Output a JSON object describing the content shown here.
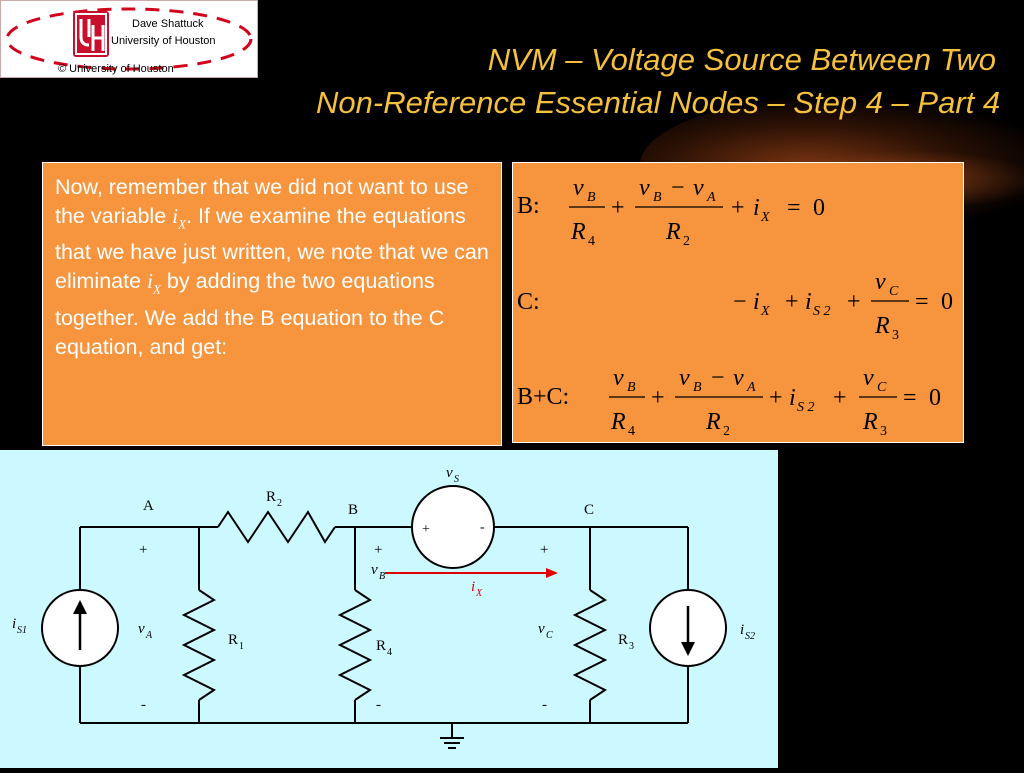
{
  "logo": {
    "line1": "Dave Shattuck",
    "line2": "University of Houston",
    "line3": "© University of Houston"
  },
  "title": {
    "line1": "NVM – Voltage Source Between Two",
    "line2": "Non-Reference Essential Nodes – Step 4 – Part 4"
  },
  "text": {
    "p1": "Now, remember that we did not want to use the variable ",
    "var1": "i",
    "var1_sub": "X",
    "p2": ".  If we examine the equations that we have just written, we note that we can eliminate ",
    "var2": "i",
    "var2_sub": "X",
    "p3": "  by adding the two equations together.  We add the B equation to the C equation, and get:"
  },
  "equations": {
    "labels": {
      "b": "B:",
      "c": "C:",
      "bc": "B+C:"
    },
    "v": "v",
    "R": "R",
    "i": "i",
    "sub_B": "B",
    "sub_A": "A",
    "sub_C": "C",
    "sub_X": "X",
    "sub_S2": "S 2",
    "n4": "4",
    "n2": "2",
    "n3": "3",
    "plus": "+",
    "minus": "−",
    "eq": "=",
    "zero": "0"
  },
  "circuit": {
    "node_a": "A",
    "node_b": "B",
    "node_c": "C",
    "R": "R",
    "r1": "1",
    "r2": "2",
    "r3": "3",
    "r4": "4",
    "v": "v",
    "i": "i",
    "vs_sub": "S",
    "va_sub": "A",
    "vb_sub": "B",
    "vc_sub": "C",
    "ix_sub": "X",
    "is1_sub": "S1",
    "is2_sub": "S2",
    "plus": "+",
    "minus": "-",
    "src_plus": "+",
    "src_minus": "-",
    "colors": {
      "wire": "#000000",
      "current_arrow": "#e00000",
      "background": "#ccf9ff"
    }
  }
}
